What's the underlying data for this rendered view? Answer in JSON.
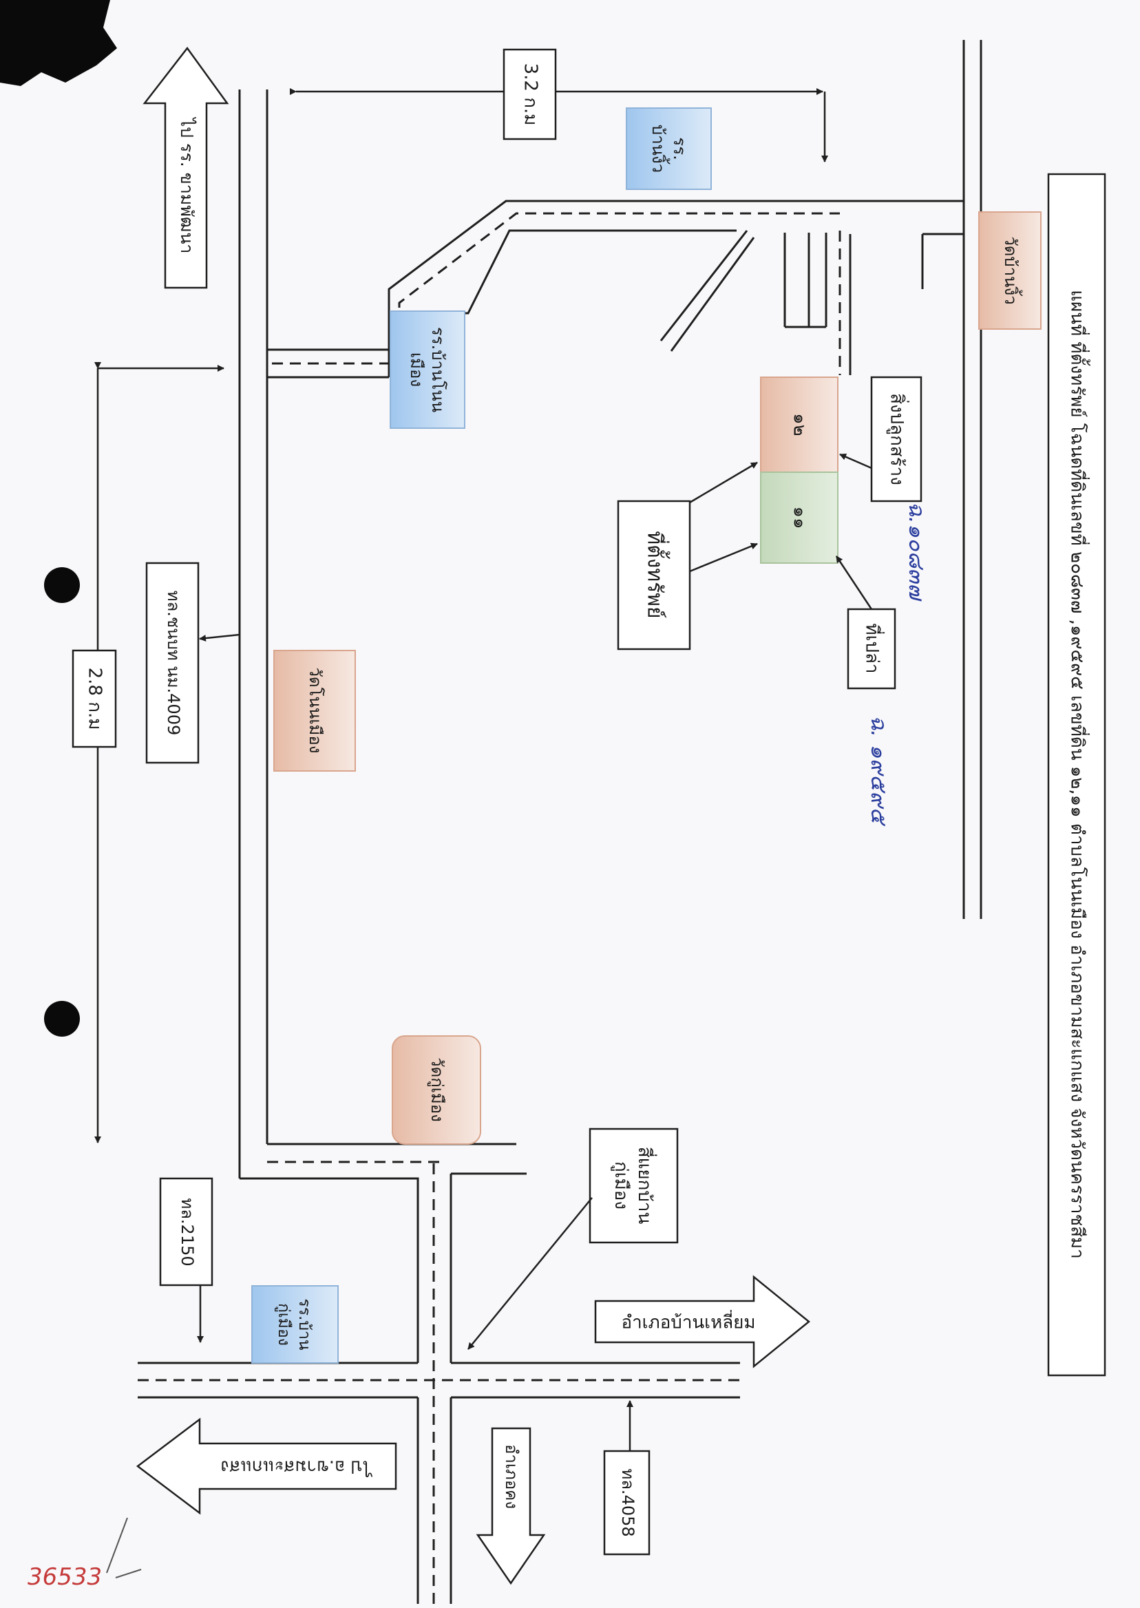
{
  "title": "แผนที่ ที่ตั้งทรัพย์ โฉนดที่ดินเลขที่ ๒๐๘๓๗ ,๑๙๕๙๕ เลขที่ดิน ๑๒,๑๑ ตำบลโนนเมือง อำเภอขามสะแกแสง จังหวัดนครราชสีมา",
  "places": {
    "wat_ban_ngio": "วัดบ้านงิ้ว",
    "school_ban_ngio": "รร.\nบ้านงิ้ว",
    "school_ban_non_muang": "รร.บ้านโนน\nเมือง",
    "wat_non_muang": "วัดโนนเมือง",
    "wat_ku_muang": "วัดกู่เมือง",
    "school_ban_ku_muang": "รร.บ้าน\nกู่เมือง"
  },
  "roads": {
    "road_4009": "ทล.ชนบท นม.4009",
    "road_2150": "ทล.2150",
    "road_4058": "ทล.4058"
  },
  "directions": {
    "to_school_kham_phatthana": "ไป รร. ขามพัฒนา",
    "to_kham_sakaesaeng": "ไป อ.ขามสะแกแสง",
    "to_bua_yai": "อำเภอบ้านเหลี่ยม",
    "to_amphoe_khong": "อำเภอคง"
  },
  "distances": {
    "top": "3.2 ก.ม",
    "left": "2.8 ก.ม"
  },
  "labels": {
    "property_location": "ที่ตั้งทรัพย์",
    "construction": "สิ่งปลูกสร้าง",
    "vacant_land": "ที่เปล่า",
    "intersection": "สี่แยกบ้าน\nกู่เมือง"
  },
  "parcels": {
    "parcel_12": "๑๒",
    "parcel_11": "๑๑"
  },
  "handwritten": {
    "deed_a": "ฉ.๑๐๘๓๗",
    "deed_b": "ฉ. ๑๙๕๙๕",
    "stamp_number": "36533"
  },
  "colors": {
    "blue_box": "#b8d4ee",
    "orange_box": "#efd6cb",
    "green_box": "#d4e3cc",
    "ink_blue": "#2c3f9e",
    "ink_red": "#c53a3a"
  }
}
